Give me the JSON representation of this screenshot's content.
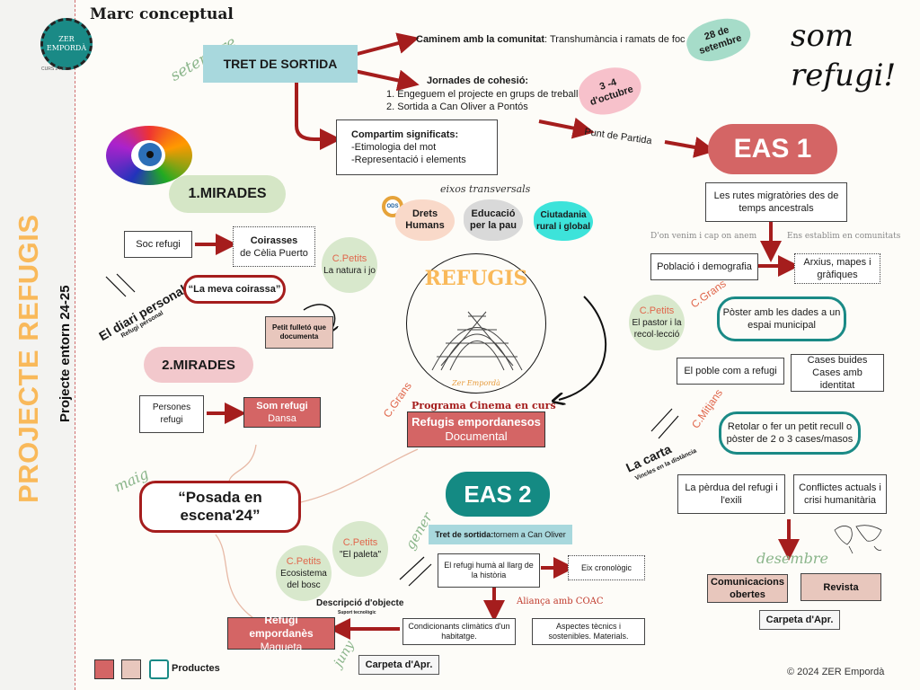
{
  "sidebar": {
    "title": "PROJECTE REFUGIS",
    "subtitle": "Projecte entorn 24-25"
  },
  "logo": {
    "line1": "ZER",
    "line2": "EMPORDÀ",
    "sub": "CURS 24-25"
  },
  "header": {
    "title": "Marc conceptual",
    "handwritten": "som refugi!"
  },
  "months": {
    "september": "setembre",
    "may": "maig",
    "january": "gener",
    "june": "juny",
    "december": "desembre"
  },
  "start": {
    "tret_de_sortida": "TRET DE SORTIDA",
    "caminem_bold": "Caminem amb la comunitat",
    "caminem_rest": ": Transhumància i ramats de foc",
    "date1": "28 de setembre",
    "jornades_title": "Jornades de cohesió:",
    "jornades_items": [
      "1. Engeguem el projecte en grups de treball",
      "2. Sortida a Can Oliver a Pontós"
    ],
    "date2": "3 -4 d'octubre",
    "compartim_title": "Compartim significats:",
    "compartim_items": [
      "-Etimologia del mot",
      "-Representació i elements"
    ],
    "punt_de_partida": "Punt de Partida"
  },
  "eixos": {
    "label": "eixos transversals",
    "ods_badge": "ODS",
    "items": [
      "Drets Humans",
      "Educació per la pau",
      "Ciutadania rural i global"
    ],
    "colors": [
      "#f9d9c9",
      "#d9d9d9",
      "#3de3da"
    ]
  },
  "center": {
    "logo_title": "REFUGIS",
    "logo_sub": "Zer Empordà"
  },
  "eas1": {
    "label": "EAS 1",
    "color": "#d46565",
    "rutes": "Les rutes migratòries des de temps ancestrals",
    "left_note": "D'on venim i cap on anem",
    "right_note": "Ens establim en comunitats",
    "poblacio": "Població i demografia",
    "arxius": "Arxius, mapes i gràfiques",
    "cgrans": "C.Grans",
    "cpetits": "C.Petits",
    "cpetits_text": "El pastor i la recol·lecció",
    "poster": "Pòster amb les dades a un espai municipal",
    "poble": "El poble com a refugi",
    "cases": "Cases buides Cases amb identitat",
    "cmitjans": "C.Mitjans",
    "retolar": "Retolar o fer un petit recull o pòster de 2 o 3 cases/masos",
    "la_carta": "La carta",
    "la_carta_sub": "Vincles en la distància",
    "perdua": "La pèrdua del refugi i l'exili",
    "conflictes": "Conflictes actuals i crisi humanitària",
    "comunicacions": "Comunicacions obertes",
    "revista": "Revista",
    "carpeta": "Carpeta d'Apr."
  },
  "mirades1": {
    "label": "1.MIRADES",
    "soc_refugi": "Soc refugi",
    "coirasses_title": "Coirasses",
    "coirasses_sub": "de Cèlia Puerto",
    "cpetits": "C.Petits",
    "cpetits_text": "La natura i jo",
    "diari": "El diari personal",
    "diari_sub": "Refugi personal",
    "meva_coirassa": "“La meva coirassa”",
    "fulleto": "Petit fulletó que documenta"
  },
  "mirades2": {
    "label": "2.MIRADES",
    "persones": "Persones refugi",
    "som_refugi": "Som refugi",
    "dansa": "Dansa",
    "cgrans": "C.Grans",
    "cinema": "Programa Cinema en curs",
    "refugis_emp": "Refugis empordanesos",
    "documental": "Documental",
    "posada": "“Posada en escena'24”"
  },
  "eas2": {
    "label": "EAS 2",
    "color": "#148a83",
    "tret_bold": "Tret de sortida:",
    "tret_rest": " tornem a Can Oliver",
    "cpetits1": "C.Petits",
    "paleta": "\"El paleta\"",
    "cpetits2": "C.Petits",
    "ecosistema": "Ecosistema del bosc",
    "descripcio": "Descripció d'objecte",
    "descripcio_sub": "Suport tecnològic",
    "refugi_huma": "El refugi humà al llarg de la història",
    "eix": "Eix cronològic",
    "alianca": "Aliança amb COAC",
    "condicionants": "Condicionants climàtics d'un habitatge.",
    "aspectes": "Aspectes tècnics i sostenibles. Materials.",
    "refugi_emp": "Refugi empordanès",
    "maqueta": "Maqueta",
    "carpeta": "Carpeta d'Apr."
  },
  "legend": {
    "label": "Productes",
    "colors": [
      "#d46565",
      "#e8c7bd",
      "#ffffff"
    ]
  },
  "footer": {
    "copyright": "© 2024 ZER Empordà"
  }
}
